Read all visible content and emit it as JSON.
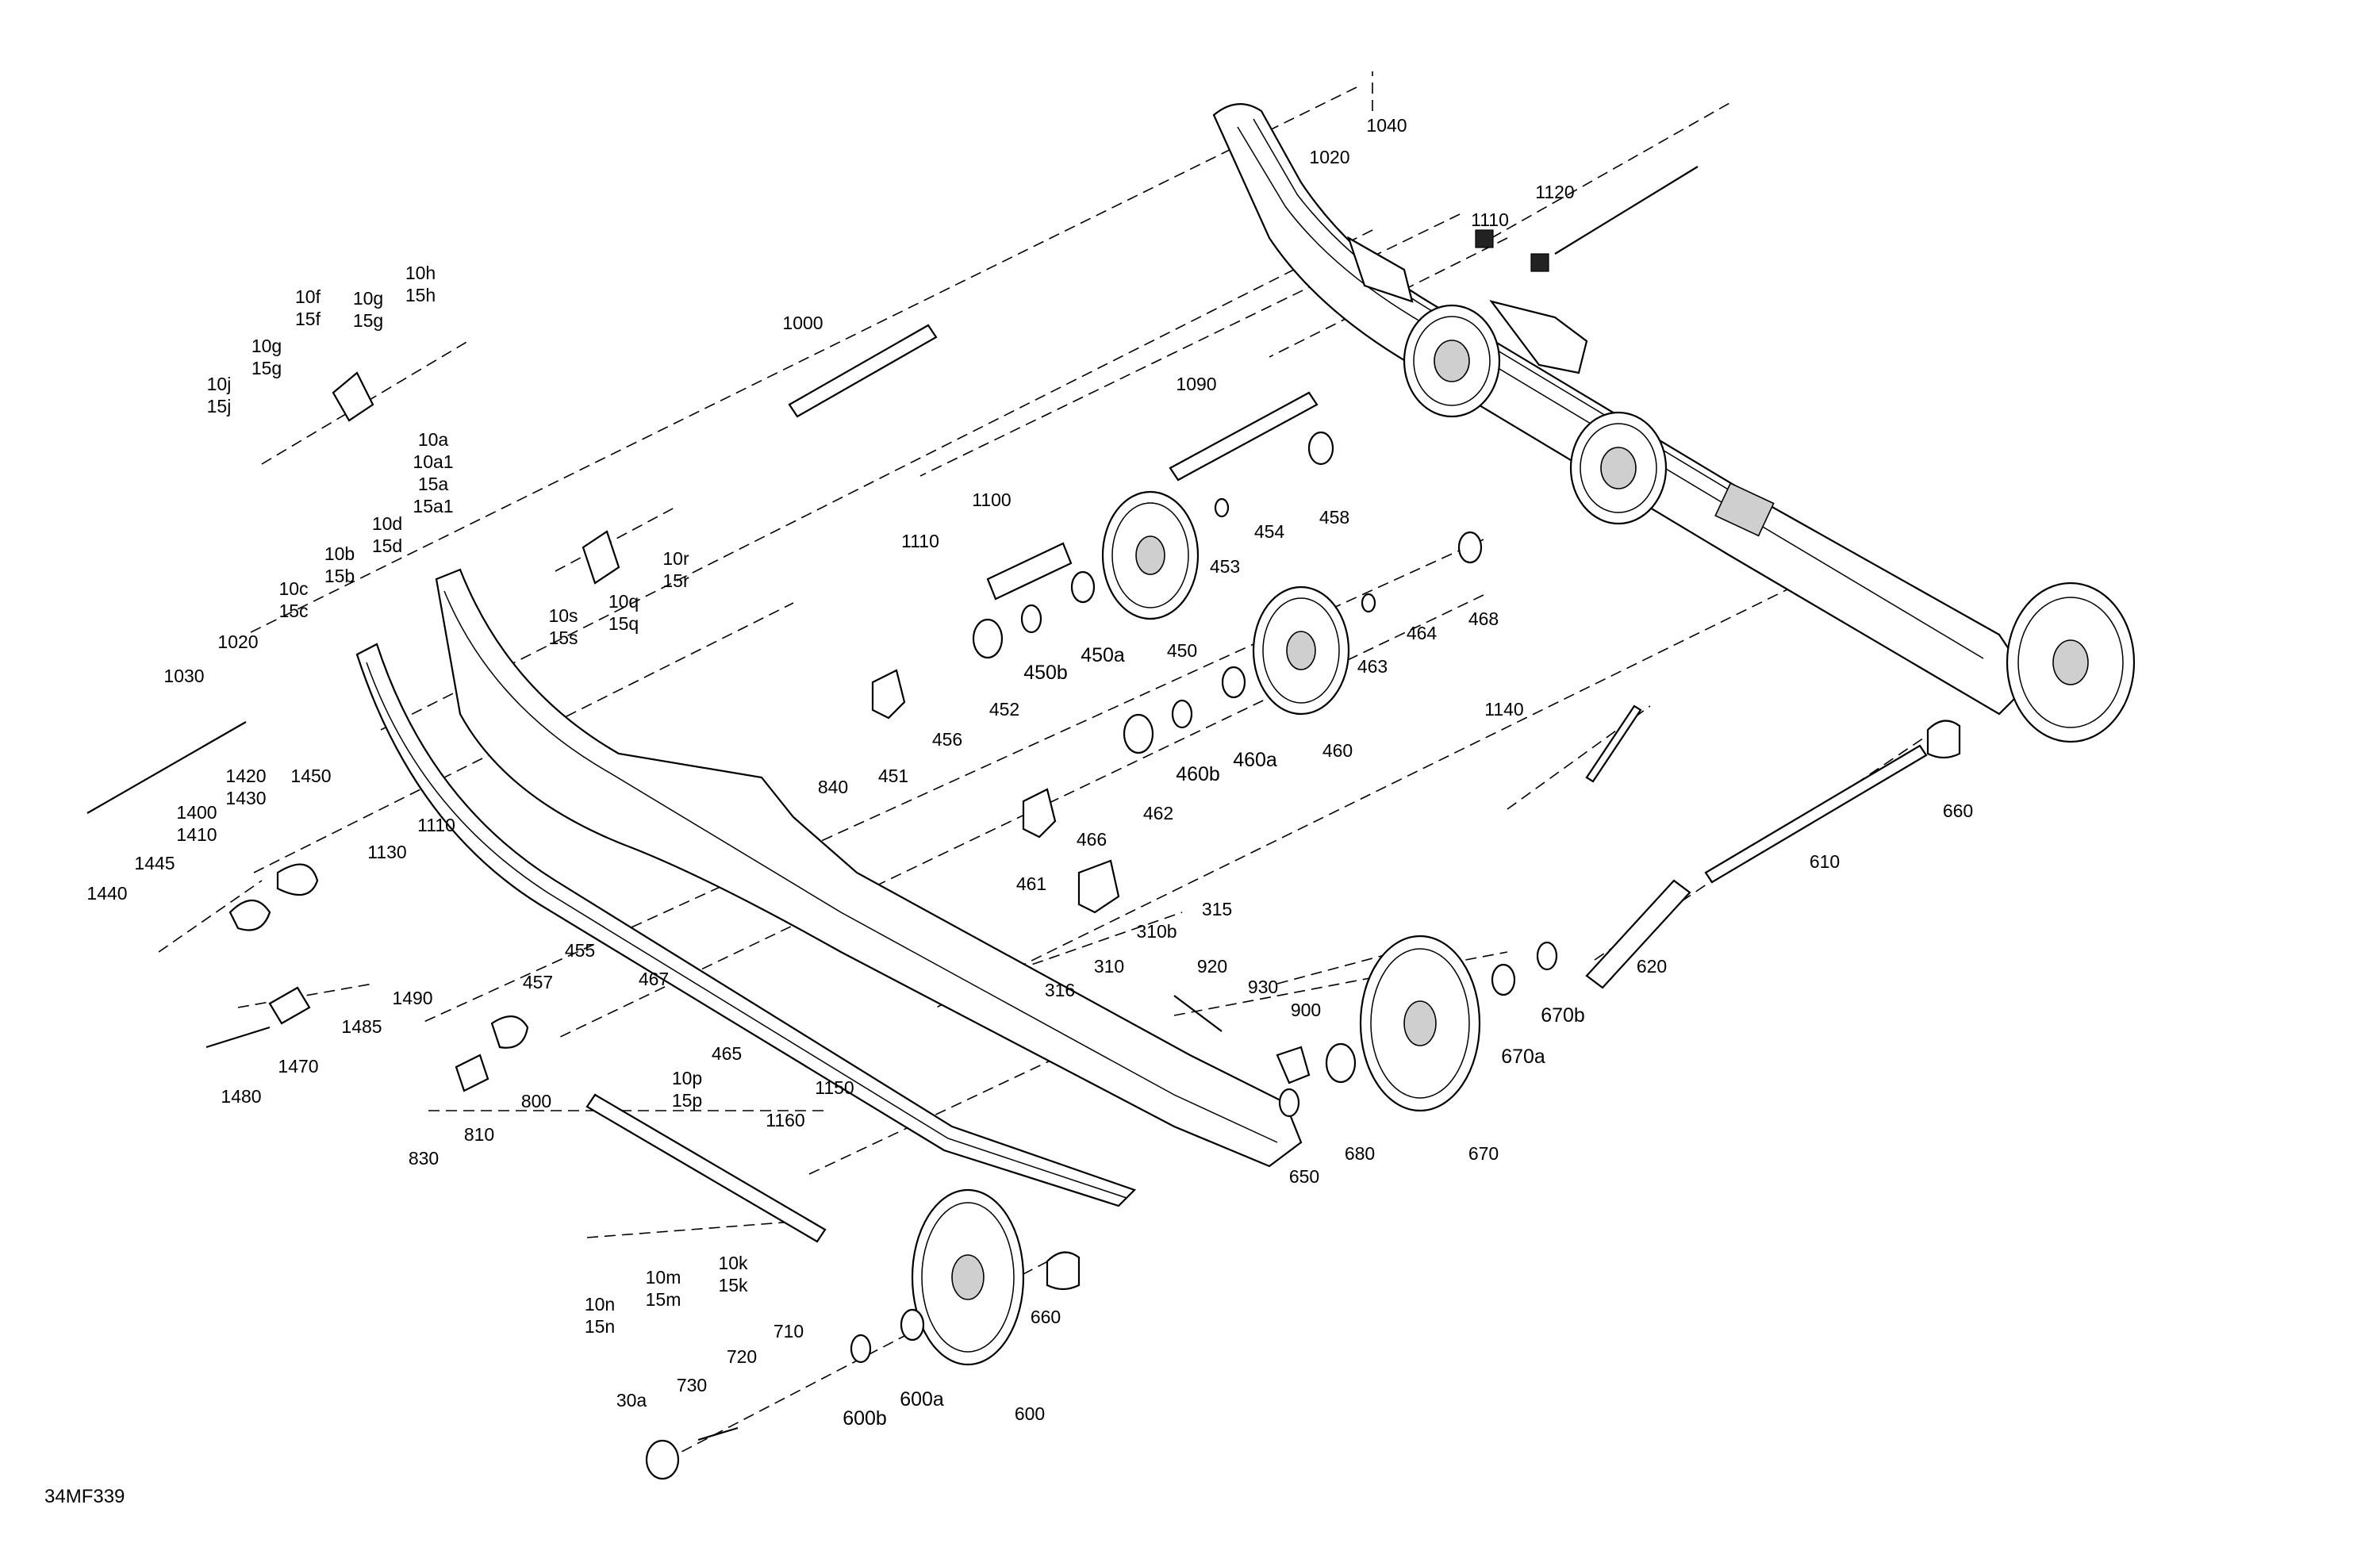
{
  "document_code": "34MF339",
  "labels": [
    {
      "id": "1040",
      "lines": [
        "1040"
      ]
    },
    {
      "id": "1020-top",
      "lines": [
        "1020"
      ]
    },
    {
      "id": "1120",
      "lines": [
        "1120"
      ]
    },
    {
      "id": "1110-top",
      "lines": [
        "1110"
      ]
    },
    {
      "id": "10h",
      "lines": [
        "10h",
        "15h"
      ]
    },
    {
      "id": "10f",
      "lines": [
        "10f",
        "15f"
      ]
    },
    {
      "id": "10g-a",
      "lines": [
        "10g",
        "15g"
      ]
    },
    {
      "id": "10g-b",
      "lines": [
        "10g",
        "15g"
      ]
    },
    {
      "id": "10j",
      "lines": [
        "10j",
        "15j"
      ]
    },
    {
      "id": "1000",
      "lines": [
        "1000"
      ]
    },
    {
      "id": "1090",
      "lines": [
        "1090"
      ]
    },
    {
      "id": "10a",
      "lines": [
        "10a",
        "10a1",
        "15a",
        "15a1"
      ]
    },
    {
      "id": "10d",
      "lines": [
        "10d",
        "15d"
      ]
    },
    {
      "id": "10b",
      "lines": [
        "10b",
        "15b"
      ]
    },
    {
      "id": "10c",
      "lines": [
        "10c",
        "15c"
      ]
    },
    {
      "id": "10r",
      "lines": [
        "10r",
        "15r"
      ]
    },
    {
      "id": "10s",
      "lines": [
        "10s",
        "15s"
      ]
    },
    {
      "id": "10q",
      "lines": [
        "10q",
        "15q"
      ]
    },
    {
      "id": "1020-left",
      "lines": [
        "1020"
      ]
    },
    {
      "id": "1030",
      "lines": [
        "1030"
      ]
    },
    {
      "id": "1100",
      "lines": [
        "1100"
      ]
    },
    {
      "id": "1110-mid",
      "lines": [
        "1110"
      ]
    },
    {
      "id": "458",
      "lines": [
        "458"
      ]
    },
    {
      "id": "454",
      "lines": [
        "454"
      ]
    },
    {
      "id": "453",
      "lines": [
        "453"
      ]
    },
    {
      "id": "450",
      "lines": [
        "450"
      ]
    },
    {
      "id": "450a",
      "lines": [
        "450a"
      ]
    },
    {
      "id": "450b",
      "lines": [
        "450b"
      ]
    },
    {
      "id": "452",
      "lines": [
        "452"
      ]
    },
    {
      "id": "451",
      "lines": [
        "451"
      ]
    },
    {
      "id": "456",
      "lines": [
        "456"
      ]
    },
    {
      "id": "468",
      "lines": [
        "468"
      ]
    },
    {
      "id": "464",
      "lines": [
        "464"
      ]
    },
    {
      "id": "463",
      "lines": [
        "463"
      ]
    },
    {
      "id": "460",
      "lines": [
        "460"
      ]
    },
    {
      "id": "460a",
      "lines": [
        "460a"
      ]
    },
    {
      "id": "460b",
      "lines": [
        "460b"
      ]
    },
    {
      "id": "462",
      "lines": [
        "462"
      ]
    },
    {
      "id": "466",
      "lines": [
        "466"
      ]
    },
    {
      "id": "461",
      "lines": [
        "461"
      ]
    },
    {
      "id": "1140",
      "lines": [
        "1140"
      ]
    },
    {
      "id": "660-right",
      "lines": [
        "660"
      ]
    },
    {
      "id": "610",
      "lines": [
        "610"
      ]
    },
    {
      "id": "620",
      "lines": [
        "620"
      ]
    },
    {
      "id": "670b",
      "lines": [
        "670b"
      ]
    },
    {
      "id": "670a",
      "lines": [
        "670a"
      ]
    },
    {
      "id": "670",
      "lines": [
        "670"
      ]
    },
    {
      "id": "680",
      "lines": [
        "680"
      ]
    },
    {
      "id": "650",
      "lines": [
        "650"
      ]
    },
    {
      "id": "900",
      "lines": [
        "900"
      ]
    },
    {
      "id": "930",
      "lines": [
        "930"
      ]
    },
    {
      "id": "920",
      "lines": [
        "920"
      ]
    },
    {
      "id": "315",
      "lines": [
        "315"
      ]
    },
    {
      "id": "310b",
      "lines": [
        "310b"
      ]
    },
    {
      "id": "310",
      "lines": [
        "310"
      ]
    },
    {
      "id": "316",
      "lines": [
        "316"
      ]
    },
    {
      "id": "840",
      "lines": [
        "840"
      ]
    },
    {
      "id": "1420",
      "lines": [
        "1420",
        "1430"
      ]
    },
    {
      "id": "1450",
      "lines": [
        "1450"
      ]
    },
    {
      "id": "1400",
      "lines": [
        "1400",
        "1410"
      ]
    },
    {
      "id": "1445",
      "lines": [
        "1445"
      ]
    },
    {
      "id": "1440",
      "lines": [
        "1440"
      ]
    },
    {
      "id": "1130",
      "lines": [
        "1130"
      ]
    },
    {
      "id": "1110-left",
      "lines": [
        "1110"
      ]
    },
    {
      "id": "455",
      "lines": [
        "455"
      ]
    },
    {
      "id": "457",
      "lines": [
        "457"
      ]
    },
    {
      "id": "1490",
      "lines": [
        "1490"
      ]
    },
    {
      "id": "1485",
      "lines": [
        "1485"
      ]
    },
    {
      "id": "1470",
      "lines": [
        "1470"
      ]
    },
    {
      "id": "1480",
      "lines": [
        "1480"
      ]
    },
    {
      "id": "467",
      "lines": [
        "467"
      ]
    },
    {
      "id": "465",
      "lines": [
        "465"
      ]
    },
    {
      "id": "800",
      "lines": [
        "800"
      ]
    },
    {
      "id": "810",
      "lines": [
        "810"
      ]
    },
    {
      "id": "830",
      "lines": [
        "830"
      ]
    },
    {
      "id": "10p",
      "lines": [
        "10p",
        "15p"
      ]
    },
    {
      "id": "1150",
      "lines": [
        "1150"
      ]
    },
    {
      "id": "1160",
      "lines": [
        "1160"
      ]
    },
    {
      "id": "10k",
      "lines": [
        "10k",
        "15k"
      ]
    },
    {
      "id": "10m",
      "lines": [
        "10m",
        "15m"
      ]
    },
    {
      "id": "10n",
      "lines": [
        "10n",
        "15n"
      ]
    },
    {
      "id": "660-bottom",
      "lines": [
        "660"
      ]
    },
    {
      "id": "600",
      "lines": [
        "600"
      ]
    },
    {
      "id": "600a",
      "lines": [
        "600a"
      ]
    },
    {
      "id": "600b",
      "lines": [
        "600b"
      ]
    },
    {
      "id": "710",
      "lines": [
        "710"
      ]
    },
    {
      "id": "720",
      "lines": [
        "720"
      ]
    },
    {
      "id": "730",
      "lines": [
        "730"
      ]
    },
    {
      "id": "30a",
      "lines": [
        "30a"
      ]
    }
  ]
}
